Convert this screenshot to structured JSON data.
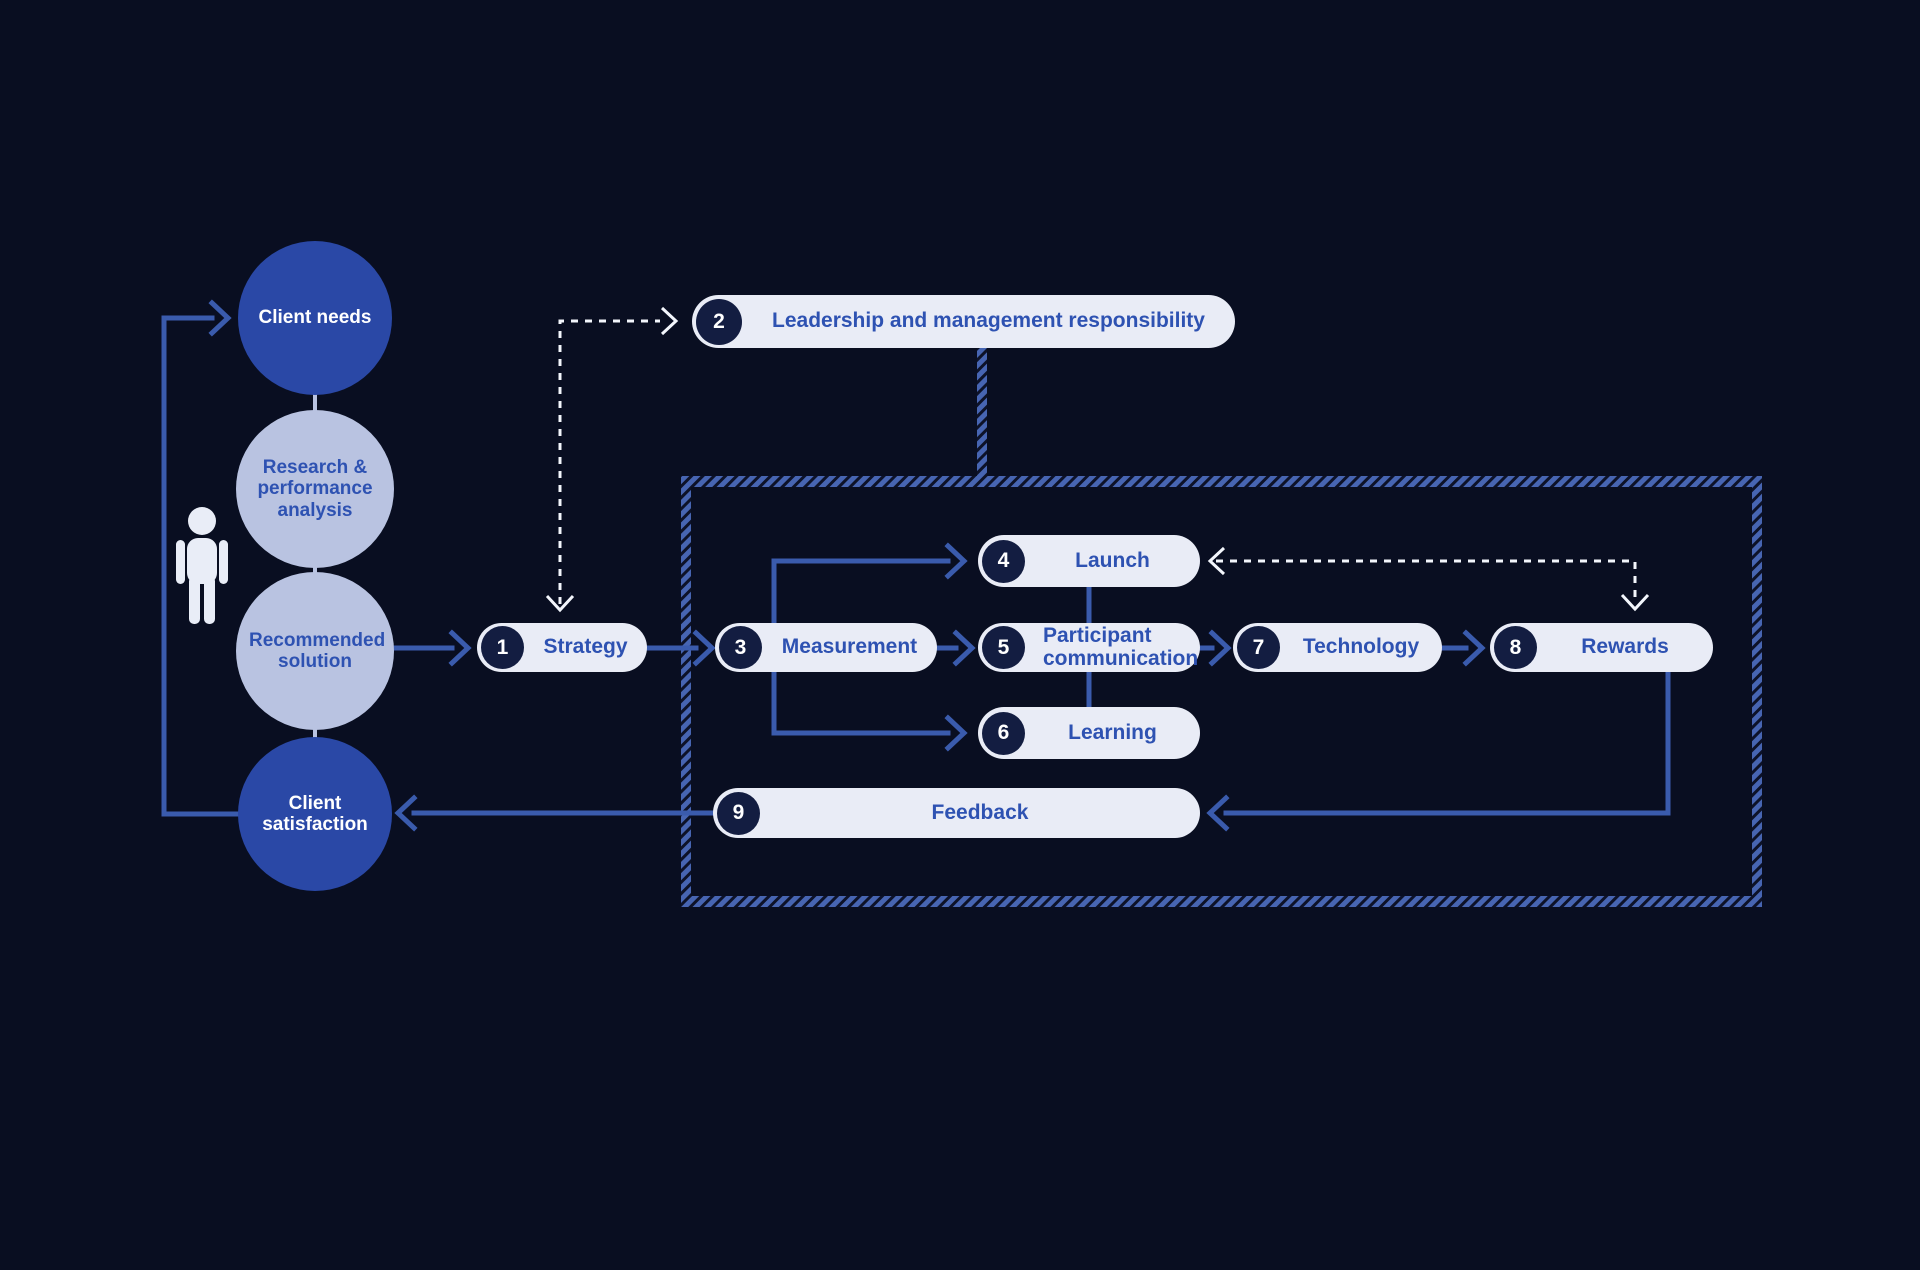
{
  "title": "Client engagement process flow diagram",
  "colors": {
    "background": "#090e21",
    "arrow_blue": "#3a5bad",
    "hatch_blue": "#4765b2",
    "dark_circle": "#2a48a6",
    "light_circle": "#b9c3e1",
    "pill_background": "#e9ecf6",
    "pill_text": "#2e52b2",
    "number_circle": "#131d41",
    "dashed_white": "#f3f6fc"
  },
  "diagram": {
    "circles": [
      {
        "label": "Client needs",
        "variant": "dark"
      },
      {
        "label": "Research & performance analysis",
        "variant": "light"
      },
      {
        "label": "Recommended solution",
        "variant": "light"
      },
      {
        "label": "Client satisfaction",
        "variant": "dark"
      }
    ],
    "pills": [
      {
        "number": "1",
        "label": "Strategy"
      },
      {
        "number": "2",
        "label": "Leadership and management responsibility"
      },
      {
        "number": "3",
        "label": "Measurement"
      },
      {
        "number": "4",
        "label": "Launch"
      },
      {
        "number": "5",
        "label": "Participant communication"
      },
      {
        "number": "6",
        "label": "Learning"
      },
      {
        "number": "7",
        "label": "Technology"
      },
      {
        "number": "8",
        "label": "Rewards"
      },
      {
        "number": "9",
        "label": "Feedback"
      }
    ],
    "connections": [
      {
        "from": "Client satisfaction",
        "to": "Client needs",
        "style": "solid"
      },
      {
        "from": "Recommended solution",
        "to": "Strategy",
        "style": "solid"
      },
      {
        "from": "Strategy",
        "to": "Leadership and management responsibility",
        "style": "dashed"
      },
      {
        "from": "Leadership and management responsibility",
        "to": "program box",
        "style": "hatched-band"
      },
      {
        "from": "Strategy",
        "to": "Measurement",
        "style": "solid"
      },
      {
        "from": "Measurement",
        "to": "Launch",
        "style": "solid"
      },
      {
        "from": "Measurement",
        "to": "Participant communication",
        "style": "solid"
      },
      {
        "from": "Measurement",
        "to": "Learning",
        "style": "solid"
      },
      {
        "from": "Launch",
        "to": "Participant communication",
        "style": "solid-line"
      },
      {
        "from": "Participant communication",
        "to": "Learning",
        "style": "solid-line"
      },
      {
        "from": "Participant communication",
        "to": "Technology",
        "style": "solid"
      },
      {
        "from": "Technology",
        "to": "Rewards",
        "style": "solid"
      },
      {
        "from": "Rewards",
        "to": "Launch",
        "style": "dashed"
      },
      {
        "from": "Rewards",
        "to": "Feedback",
        "style": "solid"
      },
      {
        "from": "Feedback",
        "to": "Client satisfaction",
        "style": "solid"
      }
    ]
  }
}
